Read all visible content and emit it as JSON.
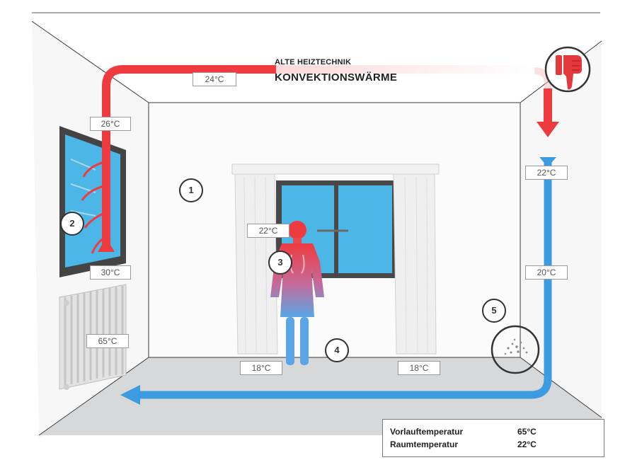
{
  "header": {
    "title_small": "ALTE HEIZTECHNIK",
    "title_big": "KONVEKTIONSWÄRME"
  },
  "icons": {
    "thumbs": "thumbs-down-icon"
  },
  "colors": {
    "warm": "#ee3b3f",
    "cold": "#3d9be0",
    "glass": "#4cb6e6"
  },
  "temperatures": {
    "ceiling": "24°C",
    "window_upper": "26°C",
    "window_lower": "30°C",
    "radiator": "65°C",
    "person_head": "22°C",
    "floor_left": "18°C",
    "floor_right": "18°C",
    "right_upper": "22°C",
    "right_mid": "20°C"
  },
  "markers": [
    "1",
    "2",
    "3",
    "4",
    "5"
  ],
  "legend": {
    "flow_label": "Vorlauftemperatur",
    "flow_value": "65°C",
    "room_label": "Raumtemperatur",
    "room_value": "22°C"
  }
}
